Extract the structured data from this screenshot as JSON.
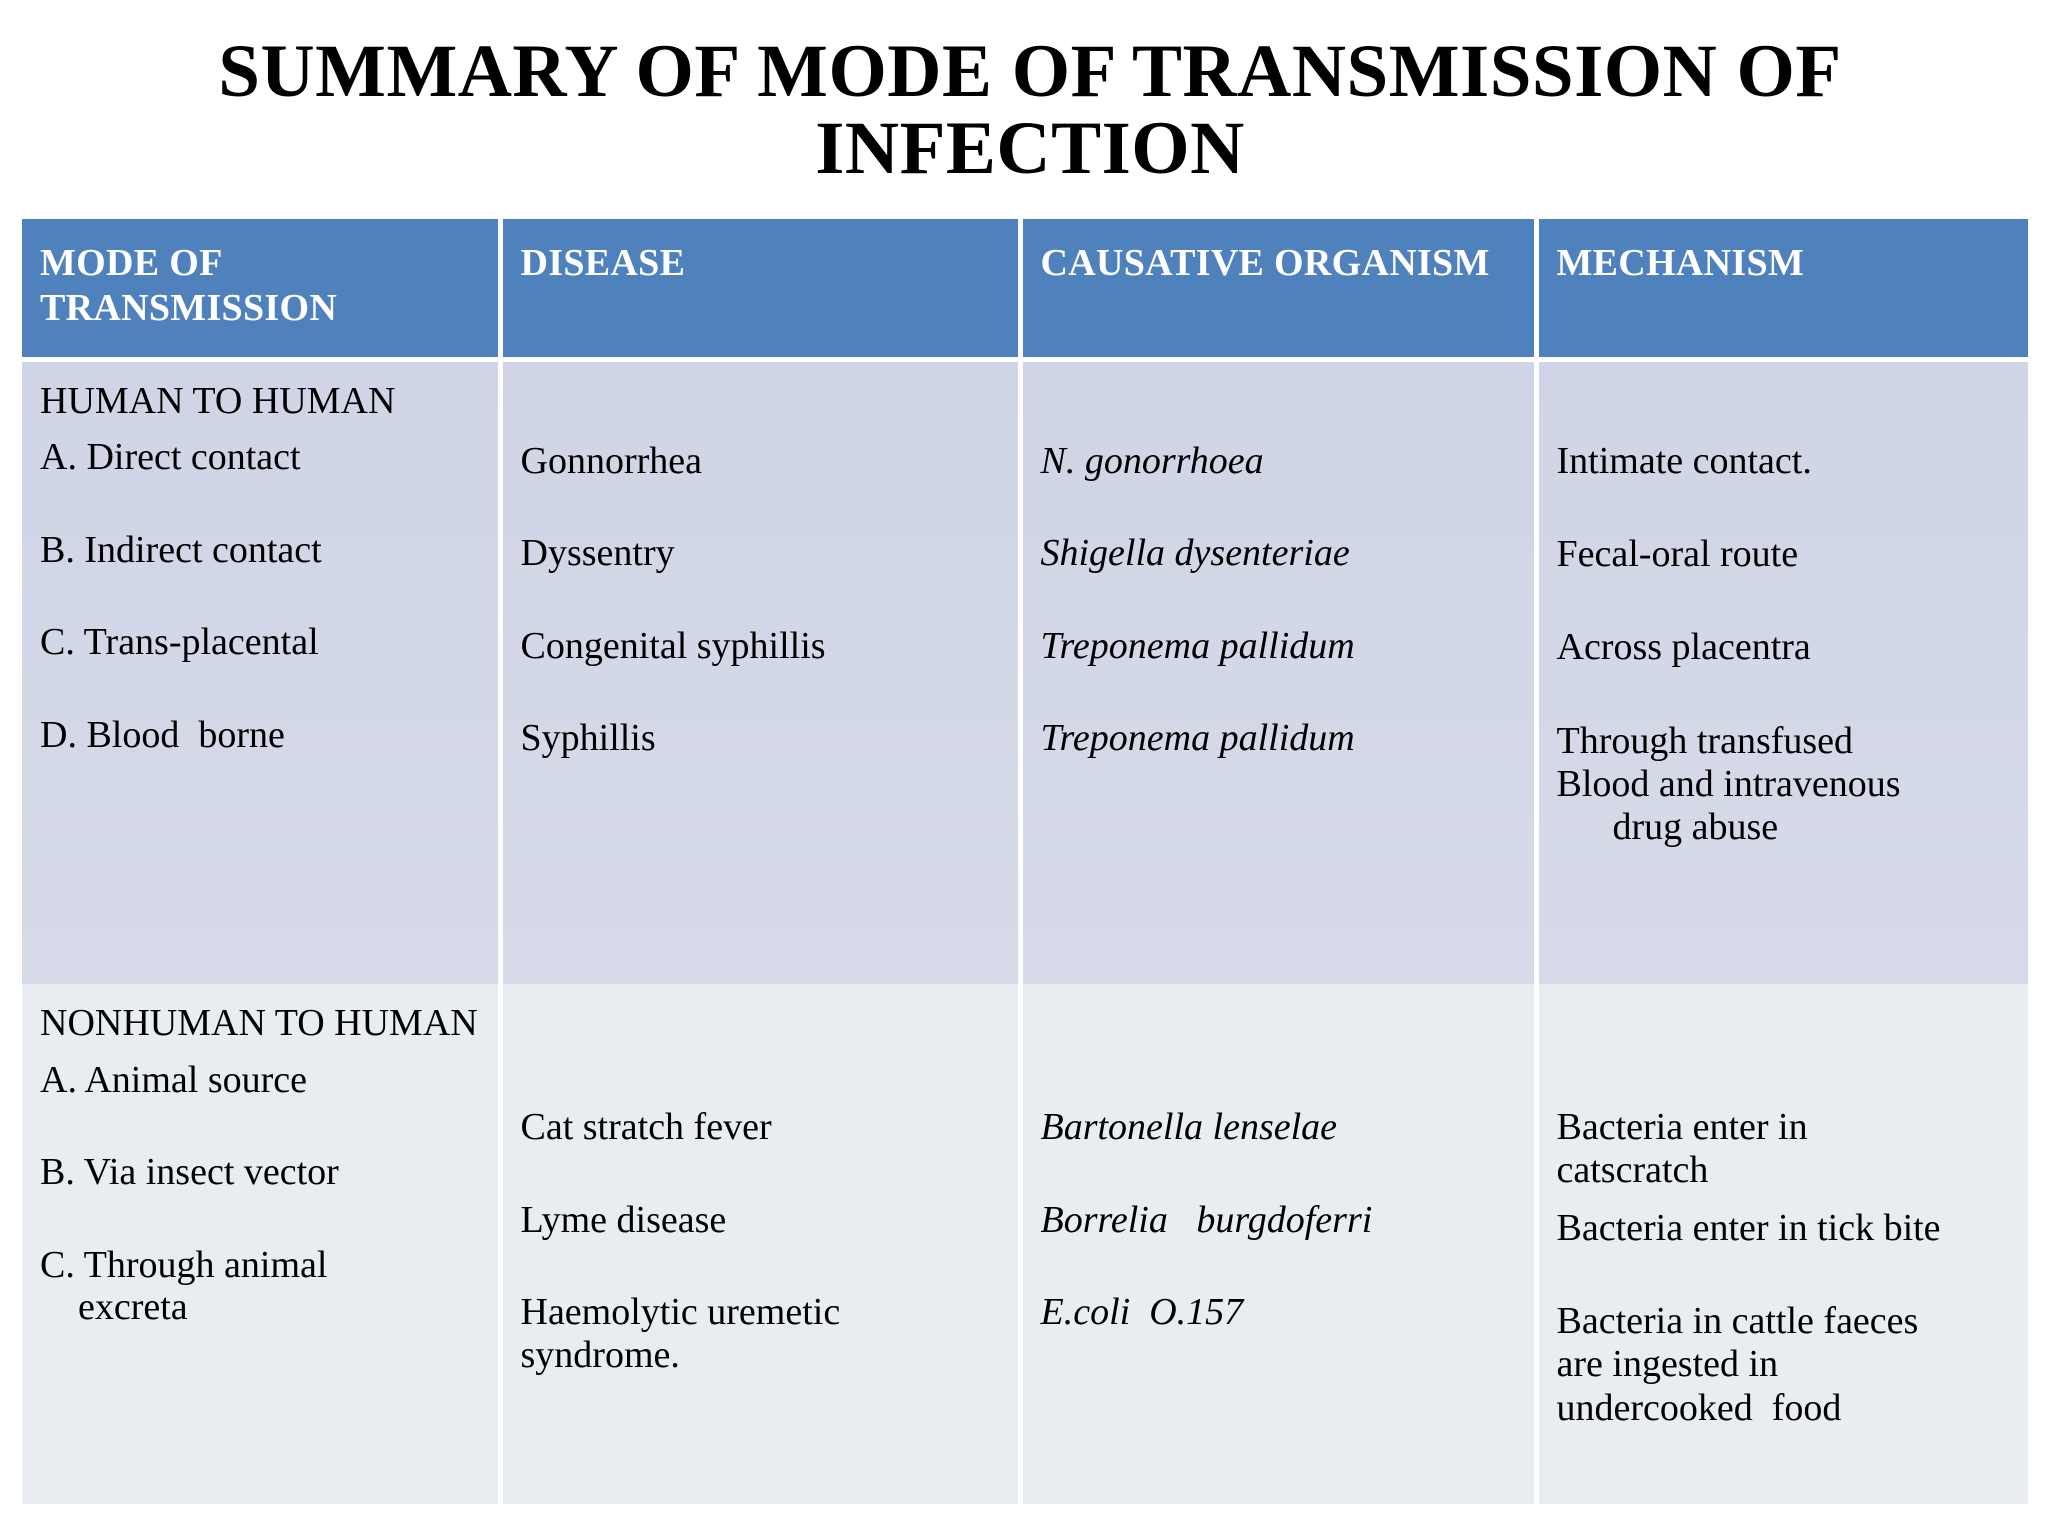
{
  "slide": {
    "title": "SUMMARY OF MODE OF TRANSMISSION OF INFECTION",
    "accent_color": "#4F81BD",
    "header_text_color": "#FFFFFF",
    "row1_fill": "#D3D8E7",
    "row2_fill": "#E9ECF1",
    "page_background": "#FFFFFF"
  },
  "table": {
    "headers": {
      "col1": "MODE OF TRANSMISSION",
      "col2": "DISEASE",
      "col3": "CAUSATIVE ORGANISM",
      "col4": "MECHANISM"
    },
    "sections": [
      {
        "name": "human-to-human",
        "mode_heading": "HUMAN TO HUMAN",
        "modes": [
          "A. Direct contact",
          "B. Indirect contact",
          "C. Trans-placental",
          "D. Blood  borne"
        ],
        "diseases": [
          "Gonnorrhea",
          "Dyssentry",
          "Congenital syphillis",
          "Syphillis"
        ],
        "organisms": [
          "N. gonorrhoea",
          "Shigella dysenteriae",
          "Treponema pallidum",
          "Treponema pallidum"
        ],
        "mechanisms": [
          {
            "lines": [
              "Intimate contact."
            ]
          },
          {
            "lines": [
              "Fecal-oral route"
            ]
          },
          {
            "lines": [
              "Across placentra"
            ]
          },
          {
            "lines": [
              "Through transfused",
              "Blood and intravenous",
              "drug abuse"
            ],
            "last_line_indented": true
          }
        ]
      },
      {
        "name": "nonhuman-to-human",
        "mode_heading": "NONHUMAN TO HUMAN",
        "modes": [
          "A. Animal source",
          "B. Via insect vector",
          "C. Through animal",
          "excreta"
        ],
        "diseases": [
          "Cat stratch fever",
          "Lyme disease",
          "Haemolytic uremetic",
          "syndrome."
        ],
        "organisms": [
          "Bartonella lenselae",
          "Borrelia   burgdoferri",
          "E.coli  O.157"
        ],
        "mechanisms": [
          {
            "lines": [
              "Bacteria enter in",
              "catscratch"
            ]
          },
          {
            "lines": [
              "Bacteria enter in tick bite"
            ]
          },
          {
            "lines": [
              "Bacteria in cattle faeces",
              "are ingested in",
              "undercooked  food"
            ]
          }
        ]
      }
    ]
  }
}
